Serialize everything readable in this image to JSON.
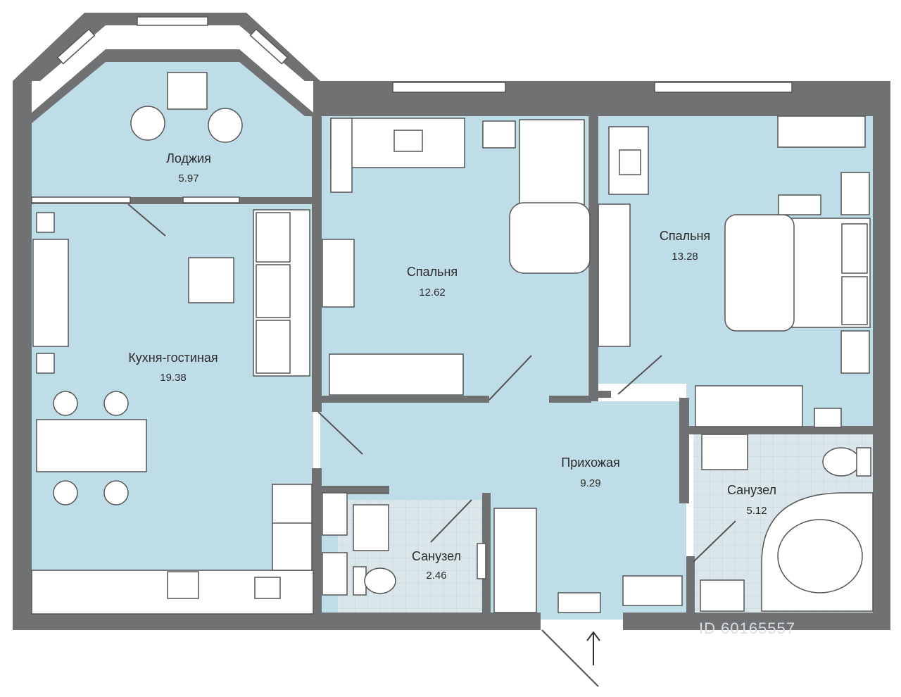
{
  "rooms": [
    {
      "name": "Лоджия",
      "area": "5.97"
    },
    {
      "name": "Кухня-гостиная",
      "area": "19.38"
    },
    {
      "name": "Спальня",
      "area": "12.62"
    },
    {
      "name": "Спальня",
      "area": "13.28"
    },
    {
      "name": "Прихожая",
      "area": "9.29"
    },
    {
      "name": "Санузел",
      "area": "2.46"
    },
    {
      "name": "Санузел",
      "area": "5.12"
    }
  ],
  "watermark": "ID 60165557",
  "colors": {
    "floor": "#bfdde6",
    "wall": "#6f7173",
    "furniture": "#ffffff",
    "tile": "#dbe6ea",
    "line": "#555555"
  },
  "icons": [
    "entrance-arrow-icon",
    "door-swing-icon",
    "window-icon"
  ]
}
